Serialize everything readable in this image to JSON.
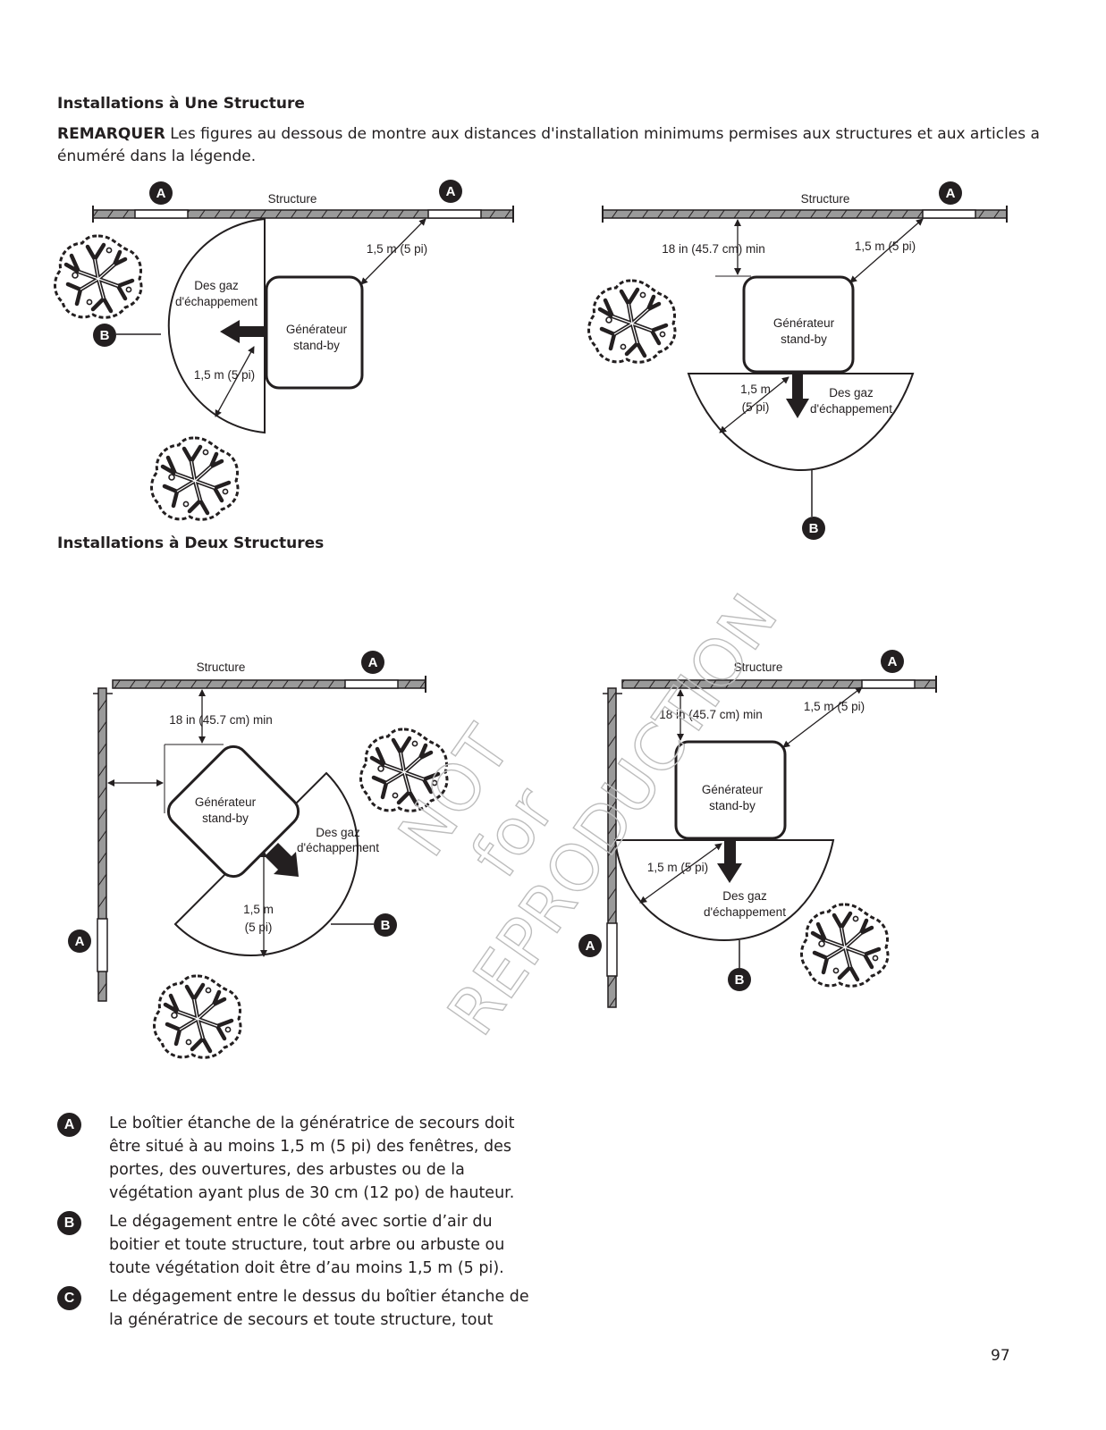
{
  "sections": {
    "one_structure_title": "Installations à Une Structure",
    "two_structures_title": "Installations à Deux Structures"
  },
  "note": {
    "label": "REMARQUER",
    "text": " Les figures au dessous de montre aux distances d'installation minimums permises aux structures et aux articles a énuméré dans la légende."
  },
  "figure_labels": {
    "structure": "Structure",
    "exhaust_line1": "Des gaz",
    "exhaust_line2": "d'échappement",
    "generator_line1": "Générateur",
    "generator_line2": "stand-by",
    "dist_5ft": "1,5 m (5 pi)",
    "dist_m": "1,5 m",
    "dist_pi": "(5 pi)",
    "clearance_18in": "18 in (45.7 cm) min",
    "marker_a": "A",
    "marker_b": "B"
  },
  "watermark": {
    "line1": "NOT",
    "line2": "for",
    "line3": "REPRODUCTION"
  },
  "legend": [
    {
      "marker": "A",
      "text": "Le boîtier étanche de la génératrice de secours doit être situé à au moins 1,5 m (5 pi) des fenêtres, des portes, des ouvertures, des arbustes ou de la végétation ayant plus de 30 cm (12 po) de hauteur."
    },
    {
      "marker": "B",
      "text": "Le dégagement entre le côté avec sortie d’air du boitier et toute structure, tout arbre ou arbuste ou toute végétation doit être d’au moins 1,5 m (5 pi)."
    },
    {
      "marker": "C",
      "text": "Le dégagement entre le dessus du boîtier étanche de la génératrice de secours et toute structure, tout"
    }
  ],
  "page_number": "97",
  "colors": {
    "ink": "#231f20",
    "wall_fill": "#8a8a8a",
    "watermark": "#bdbdbd"
  },
  "icons": [
    "tree-icon",
    "exhaust-arrow-icon",
    "marker-bubble-icon"
  ]
}
